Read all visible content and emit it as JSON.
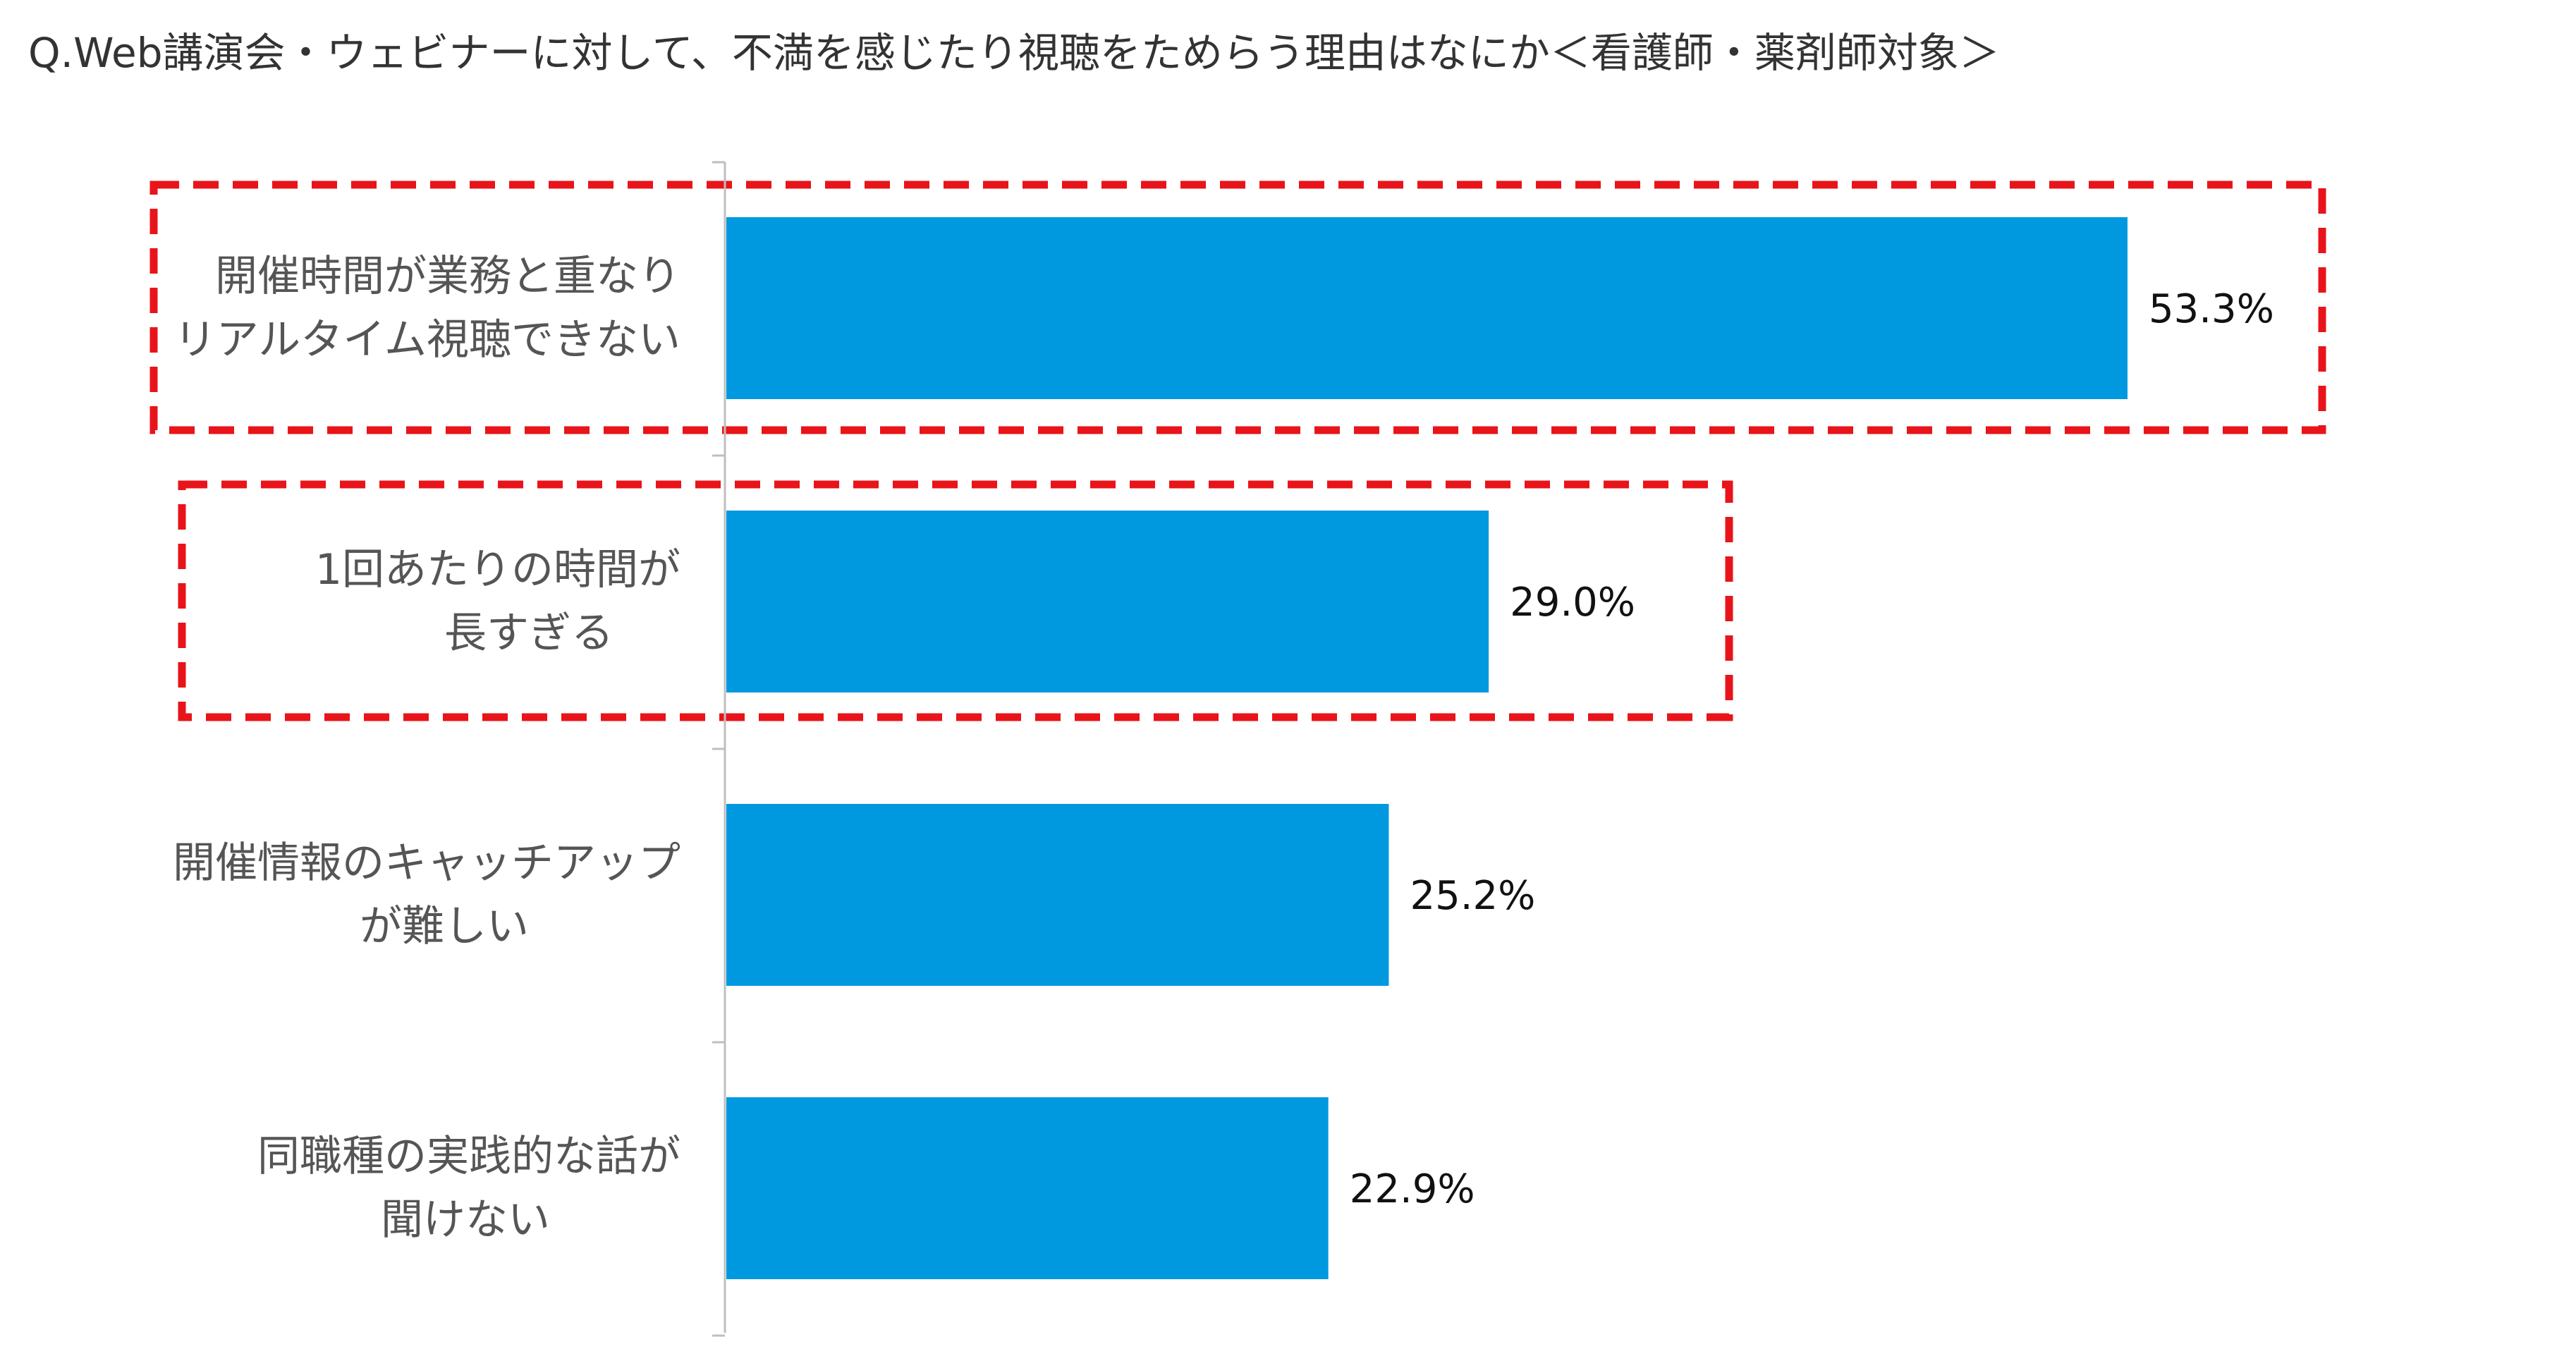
{
  "title": "Q.Web講演会・ウェビナーに対して、不満を感じたり視聴をためらう理由はなにか＜看護師・薬剤師対象＞",
  "colors": {
    "bar": "#0099E0",
    "highlight_border": "#E8141A",
    "axis": "#BFBFBF"
  },
  "chart_data": {
    "type": "bar",
    "orientation": "horizontal",
    "title": "Q.Web講演会・ウェビナーに対して、不満を感じたり視聴をためらう理由はなにか＜看護師・薬剤師対象＞",
    "categories": [
      [
        "開催時間が業務と重なり",
        "リアルタイム視聴できない"
      ],
      [
        "1回あたりの時間が",
        "長すぎる"
      ],
      [
        "開催情報のキャッチアップ",
        "が難しい"
      ],
      [
        "同職種の実践的な話が",
        "聞けない"
      ]
    ],
    "values": [
      53.3,
      29.0,
      25.2,
      22.9
    ],
    "value_labels": [
      "53.3%",
      "29.0%",
      "25.2%",
      "22.9%"
    ],
    "unit": "%",
    "highlighted": [
      0,
      1
    ],
    "xlim": [
      0,
      60
    ],
    "grid": false,
    "legend": "none"
  }
}
